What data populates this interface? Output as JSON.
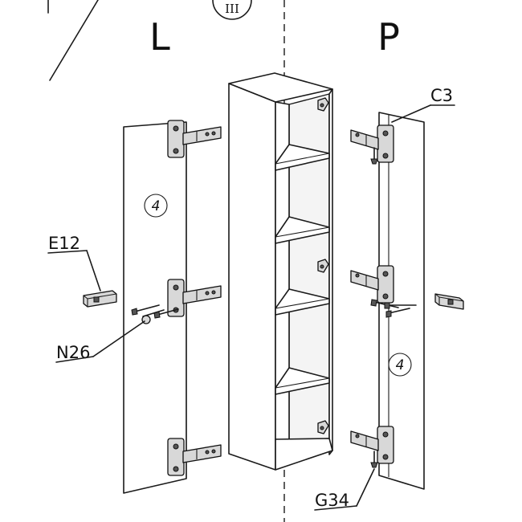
{
  "step_number": "III",
  "side_left_label": "L",
  "side_right_label": "P",
  "door_number_left": "4",
  "door_number_right": "4",
  "parts": {
    "e12": "E12",
    "n26": "N26",
    "c3": "C3",
    "g34": "G34"
  }
}
